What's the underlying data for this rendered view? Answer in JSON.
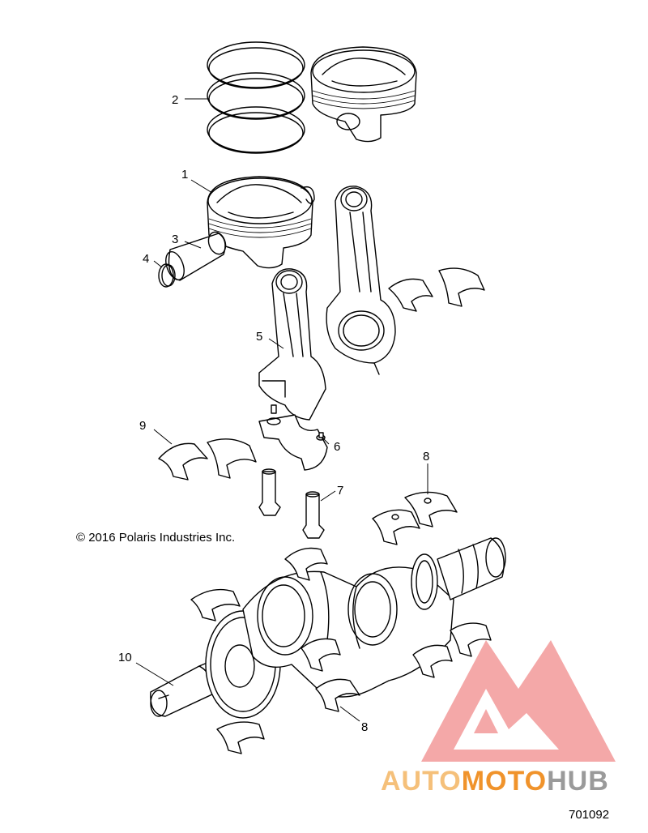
{
  "callouts": [
    {
      "id": "c1",
      "text": "1"
    },
    {
      "id": "c2",
      "text": "2"
    },
    {
      "id": "c3",
      "text": "3"
    },
    {
      "id": "c4",
      "text": "4"
    },
    {
      "id": "c5",
      "text": "5"
    },
    {
      "id": "c6",
      "text": "6"
    },
    {
      "id": "c7",
      "text": "7"
    },
    {
      "id": "c8a",
      "text": "8"
    },
    {
      "id": "c8b",
      "text": "8"
    },
    {
      "id": "c9",
      "text": "9"
    },
    {
      "id": "c10",
      "text": "10"
    }
  ],
  "copyright": "© 2016 Polaris Industries Inc.",
  "diagram_number": "701092",
  "watermark": {
    "part1": "AUTO",
    "part2": "MOTO",
    "part3": "HUB",
    "color_light": "#f5c07a",
    "color_orange": "#f0932b",
    "color_gray": "#9a9a9a",
    "logo_color": "#f08080"
  }
}
